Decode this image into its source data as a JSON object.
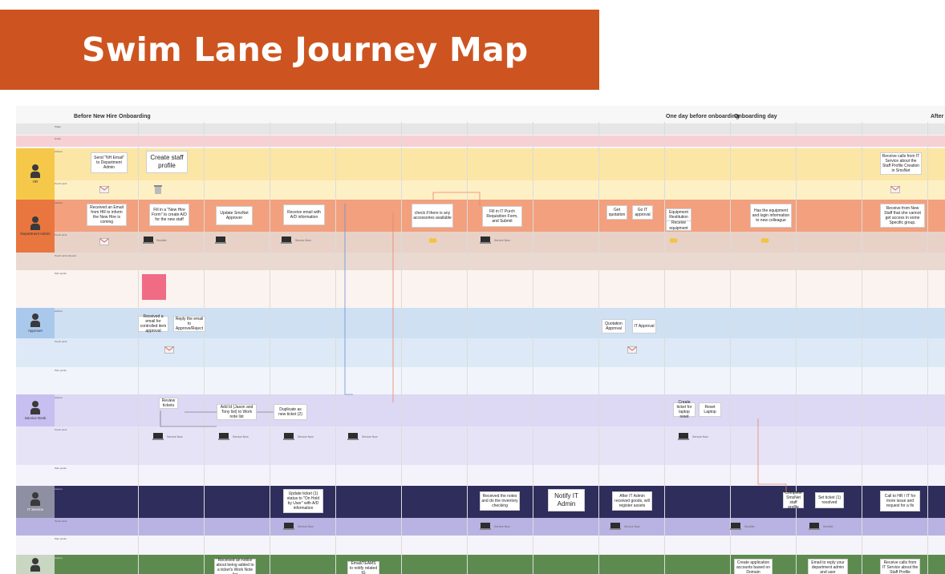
{
  "title": "Swim Lane Journey Map",
  "phases": [
    "Before New Hire Onboarding",
    "One day before onboarding",
    "Onboarding day",
    "After"
  ],
  "colors": {
    "banner": "#cd5420",
    "hr": "#fbe6a6",
    "dept": "#f2a07e",
    "dept_light": "#f5ddd3",
    "approver": "#cfe0f3",
    "service_desk": "#ddd8f3",
    "it_service": "#2e2d5b",
    "it_light": "#b9b3e3",
    "employee": "#5d8b4f"
  },
  "header_rows": {
    "stage": "Stage",
    "goals": "Goals"
  },
  "row_labels": {
    "actions": "Actions",
    "touch_point": "Touch point",
    "touch_point_inbound": "Touch point inbound",
    "pain_points": "Pain points"
  },
  "lanes": {
    "hr": {
      "name": "HR",
      "notes": [
        "Send \"NH Email\" to Department Admin",
        "Create staff profile",
        "Receive calls from IT Service about the Staff Profile Creation in SmsNet"
      ]
    },
    "dept": {
      "name": "Department Admin",
      "notes": [
        "Received an Email from HR to inform the New Hire is coming",
        "Fill in a \"New Hire Form\" to create A/D for the new staff",
        "Update SmsNet Approver",
        "Receive email with A/D information",
        "check if there is any accessories available",
        "Fill in IT Purch Requisition Form, and Submit",
        "Has the equipment and login information to new colleague",
        "Receive from New Staff that she cannot get access in some Specific group."
      ],
      "touch": [
        "SmsNet",
        "Service Now",
        "Service Now"
      ],
      "small_notes": [
        "Get quotation",
        "Go IT approval",
        "Equipment Restitution",
        "Receive equipment"
      ]
    },
    "approver": {
      "name": "Approver",
      "notes": [
        "Received a email for controlled item approval",
        "Reply the email to Approve/Reject",
        "Quotation Approval",
        "IT Approval"
      ]
    },
    "service_desk": {
      "name": "Service Desk",
      "notes": [
        "Review tickets",
        "Add Id (Jason and Tony list) to Work note list",
        "Duplicate as new ticket (2)",
        "Create ticket for laptop reset",
        "Reset Laptop"
      ],
      "touch": [
        "Service Now",
        "Service Now",
        "Service Now",
        "Service Now",
        "Service Now"
      ]
    },
    "it_service": {
      "name": "IT Service",
      "notes": [
        "Update ticket (1) status to \"On Hold by User\" with A/D information",
        "Received the notes and do the inventory checking",
        "Notify IT Admin",
        "After IT Admin received goods, will register assets",
        "Complete SmsNet staff profile",
        "Set ticket (1) resolved",
        "Call to HR / IT for more issue and request for a fix"
      ],
      "touch": [
        "Service Now",
        "Service Now",
        "Service Now",
        "SmsNet",
        "SmsNet"
      ]
    },
    "employee": {
      "notes": [
        "Received an notice about being added to a ticket's Work Note list",
        "Email/TEAMS to notify related IG",
        "Create application accounts based on Domain",
        "Email to reply your department admin and user",
        "Receive calls from IT Service about the Staff Profile"
      ]
    }
  }
}
